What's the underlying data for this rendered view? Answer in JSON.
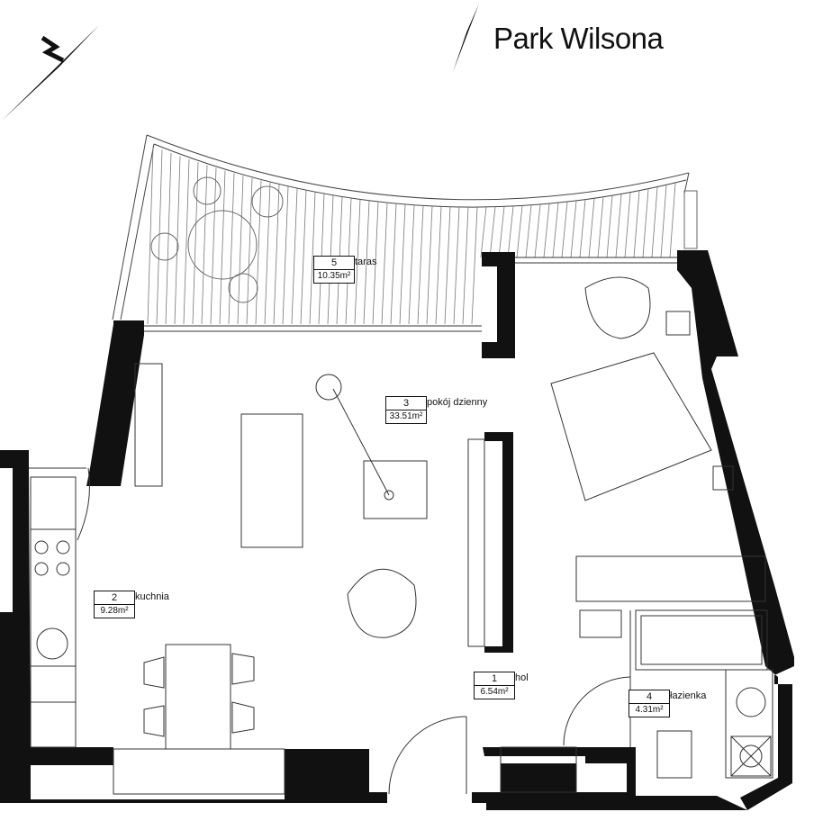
{
  "brand": {
    "name": "Park Wilsona"
  },
  "rooms": [
    {
      "number": "1",
      "name": "hol",
      "area": "6.54m²"
    },
    {
      "number": "2",
      "name": "kuchnia",
      "area": "9.28m²"
    },
    {
      "number": "3",
      "name": "pokój dzienny",
      "area": "33.51m²"
    },
    {
      "number": "4",
      "name": "łazienka",
      "area": "4.31m²"
    },
    {
      "number": "5",
      "name": "taras",
      "area": "10.35m²"
    }
  ],
  "icons": {
    "compass": "north-arrow-icon"
  },
  "colors": {
    "walls": "#111111",
    "lines": "#555555",
    "background": "#ffffff"
  }
}
